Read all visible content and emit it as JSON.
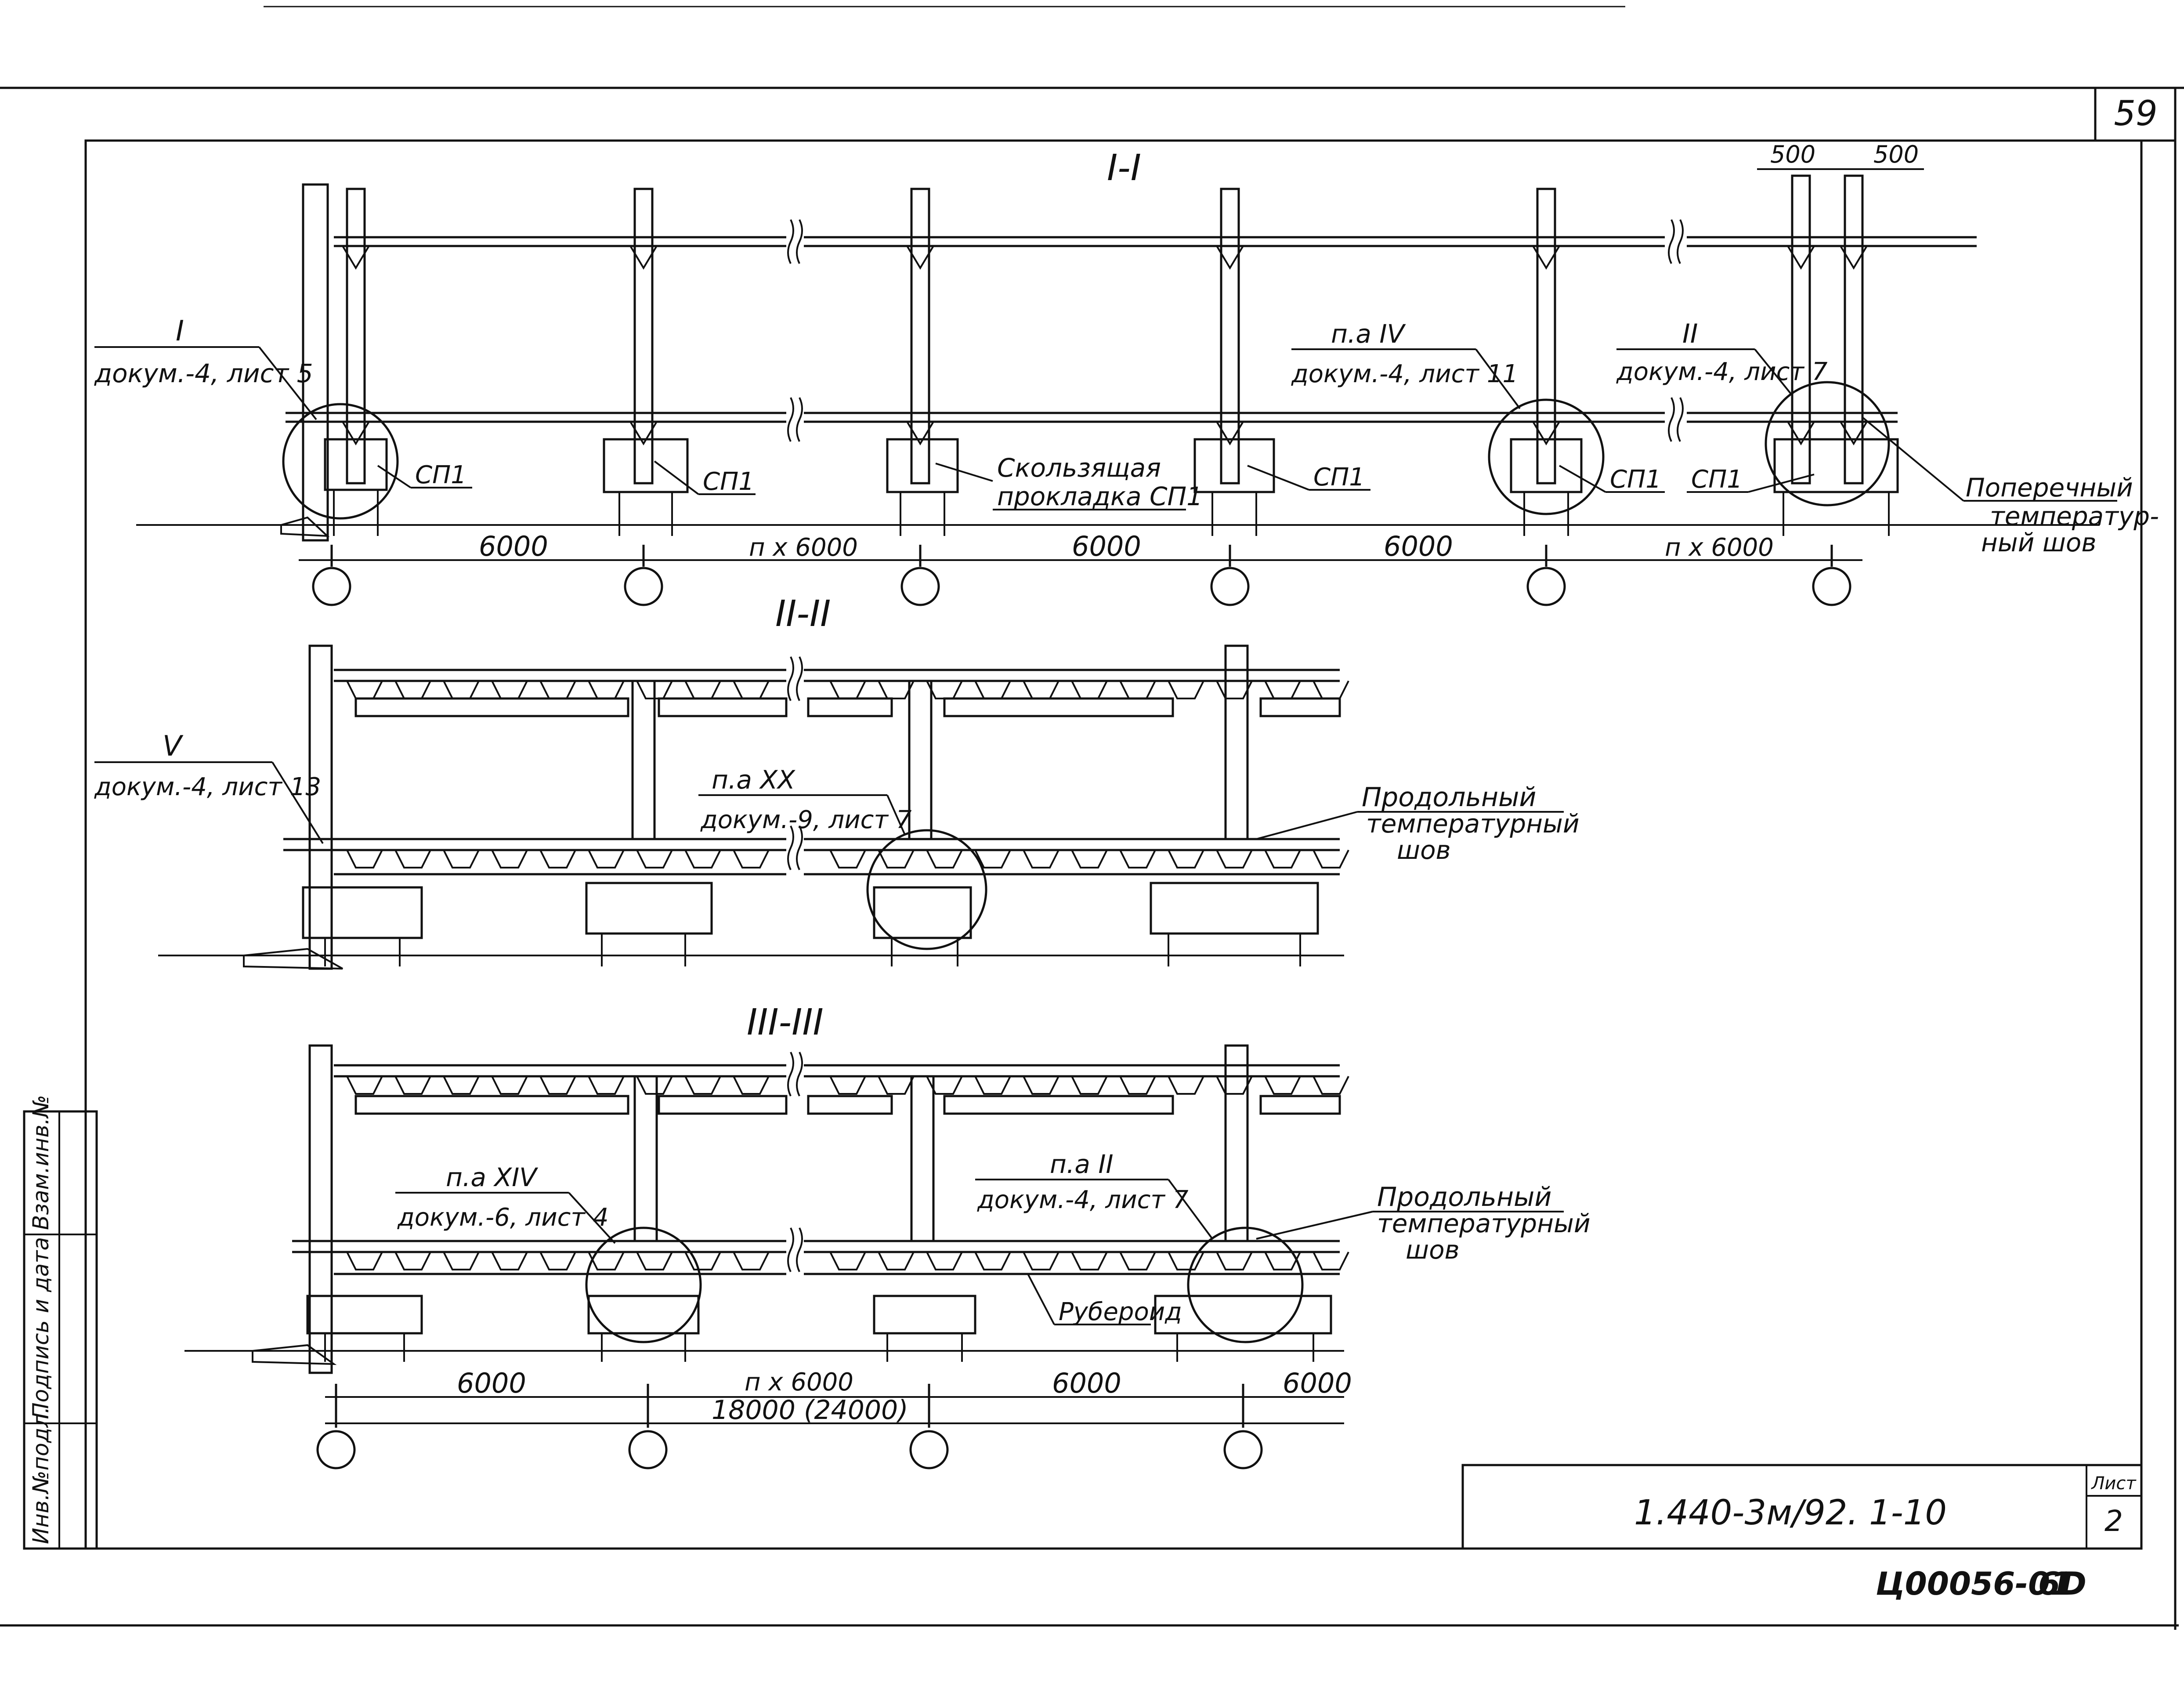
{
  "sheet": {
    "page_number": "59",
    "designation": "1.440-3м/92. 1-10",
    "list_label": "Лист",
    "list_number": "2",
    "archive_code": "Ц00056-01",
    "format": "6D"
  },
  "side_stamp": [
    "Инв.№подл.",
    "Подпись и дата",
    "Взам.инв.№"
  ],
  "section1": {
    "title": "I-I",
    "callout_I": {
      "mark": "I",
      "ref": "докум.-4, лист 5"
    },
    "callout_IV": {
      "mark": "п.а IV",
      "ref": "докум.-4, лист 11"
    },
    "callout_II": {
      "mark": "II",
      "ref": "докум.-4, лист 7"
    },
    "sp1": [
      "СП1",
      "СП1",
      "СП1",
      "СП1",
      "СП1"
    ],
    "sliding_pad": [
      "Скользящая",
      "прокладка СП1"
    ],
    "transverse_joint": [
      "Поперечный",
      "температур-",
      "ный шов"
    ],
    "top_dims": [
      "500",
      "500"
    ],
    "dims": [
      "6000",
      "п х 6000",
      "6000",
      "6000",
      "п х 6000"
    ]
  },
  "section2": {
    "title": "II-II",
    "callout_V": {
      "mark": "V",
      "ref": "докум.-4, лист 13"
    },
    "callout_XX": {
      "mark": "п.а XX",
      "ref": "докум.-9, лист 7"
    },
    "longitudinal_joint": [
      "Продольный",
      "температурный",
      "шов"
    ]
  },
  "section3": {
    "title": "III-III",
    "callout_XIV": {
      "mark": "п.а XIV",
      "ref": "докум.-6, лист 4"
    },
    "callout_II": {
      "mark": "п.а II",
      "ref": "докум.-4, лист 7"
    },
    "longitudinal_joint": [
      "Продольный",
      "температурный",
      "шов"
    ],
    "ruberoid": "Рубероид",
    "dims": [
      "6000",
      "п х 6000",
      "6000",
      "6000"
    ],
    "total_dim": "18000 (24000)"
  },
  "colors": {
    "ink": "#111111",
    "paper": "#ffffff"
  }
}
